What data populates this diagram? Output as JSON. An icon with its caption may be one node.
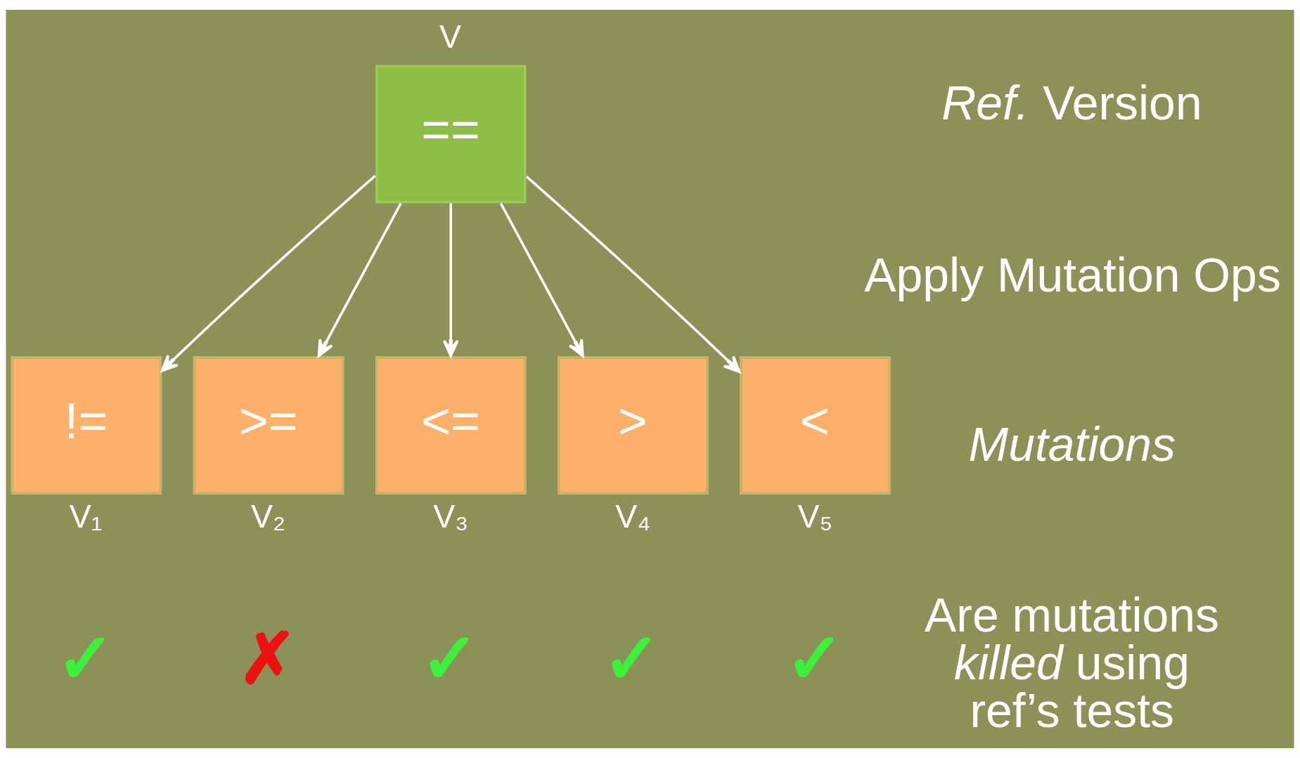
{
  "diagram": {
    "nodes": [
      {
        "text": [
          "=="
        ],
        "beside": [
          "V"
        ]
      },
      {
        "text": [
          "!="
        ],
        "beside": [
          "V₁"
        ]
      },
      {
        "text": [
          ">="
        ],
        "beside": [
          "V₂"
        ]
      },
      {
        "text": [
          "<="
        ],
        "beside": [
          "V₃"
        ]
      },
      {
        "text": [
          ">"
        ],
        "beside": [
          "V₄"
        ]
      },
      {
        "text": [
          "<"
        ],
        "beside": [
          "V₅"
        ]
      }
    ],
    "edges": [
      {
        "from": 0,
        "to": 1,
        "arrow": "to"
      },
      {
        "from": 0,
        "to": 2,
        "arrow": "to"
      },
      {
        "from": 0,
        "to": 3,
        "arrow": "to"
      },
      {
        "from": 0,
        "to": 4,
        "arrow": "to"
      },
      {
        "from": 0,
        "to": 5,
        "arrow": "to"
      }
    ],
    "labels": [
      "*Ref.* Version",
      "Apply Mutation Ops",
      "Mutations",
      "✓",
      "✗",
      "✓",
      "✓",
      "✓",
      "Are mutations *killed* using ref’s tests"
    ]
  }
}
